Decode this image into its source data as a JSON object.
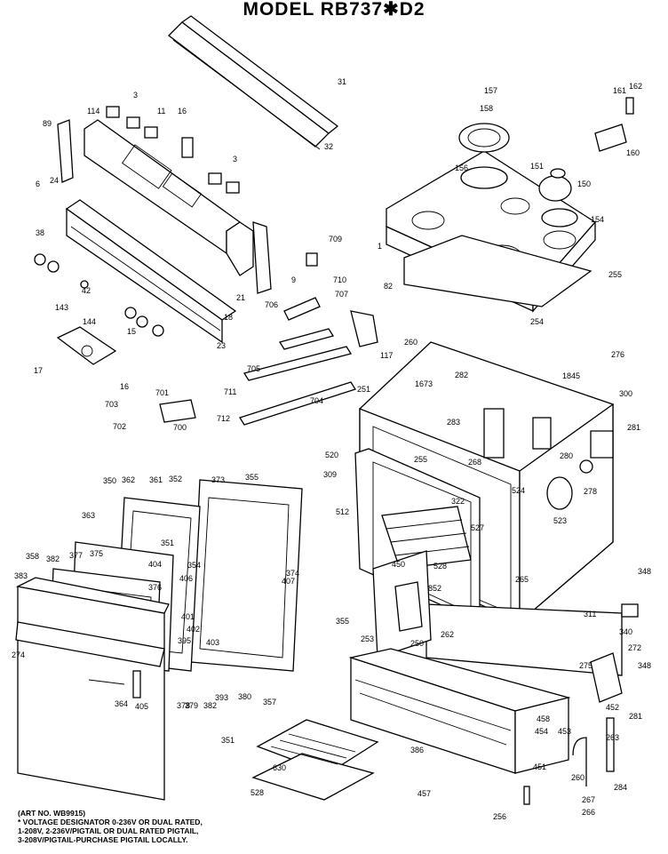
{
  "title": "MODEL RB737✱D2",
  "art_no": "(ART NO. WB9915)",
  "footnote_lines": [
    "* VOLTAGE DESIGNATOR 0-236V OR DUAL RATED,",
    "1-208V, 2-236V/PIGTAIL OR DUAL RATED PIGTAIL,",
    "3-208V/PIGTAIL-PURCHASE PIGTAIL LOCALLY."
  ],
  "labels": [
    "31",
    "32",
    "157",
    "158",
    "161",
    "162",
    "160",
    "3",
    "11",
    "16",
    "89",
    "114",
    "3",
    "6",
    "24",
    "38",
    "156",
    "151",
    "150",
    "154",
    "709",
    "1",
    "255",
    "9",
    "710",
    "21",
    "706",
    "707",
    "18",
    "82",
    "117",
    "143",
    "42",
    "144",
    "15",
    "23",
    "17",
    "16",
    "705",
    "254",
    "276",
    "260",
    "1845",
    "300",
    "711",
    "701",
    "704",
    "251",
    "1673",
    "282",
    "283",
    "703",
    "702",
    "700",
    "712",
    "281",
    "520",
    "255",
    "268",
    "280",
    "278",
    "350",
    "362",
    "361",
    "352",
    "373",
    "355",
    "309",
    "512",
    "322",
    "524",
    "363",
    "523",
    "351",
    "527",
    "358",
    "377",
    "375",
    "404",
    "354",
    "406",
    "528",
    "376",
    "407",
    "374",
    "383",
    "382",
    "401",
    "402",
    "450",
    "265",
    "348",
    "395",
    "403",
    "852",
    "355",
    "253",
    "250",
    "262",
    "311",
    "340",
    "272",
    "348",
    "275",
    "452",
    "274",
    "364",
    "405",
    "378",
    "379",
    "382",
    "393",
    "380",
    "357",
    "458",
    "454",
    "453",
    "281",
    "263",
    "386",
    "451",
    "260",
    "284",
    "351",
    "630",
    "457",
    "267",
    "266",
    "256",
    "528"
  ]
}
